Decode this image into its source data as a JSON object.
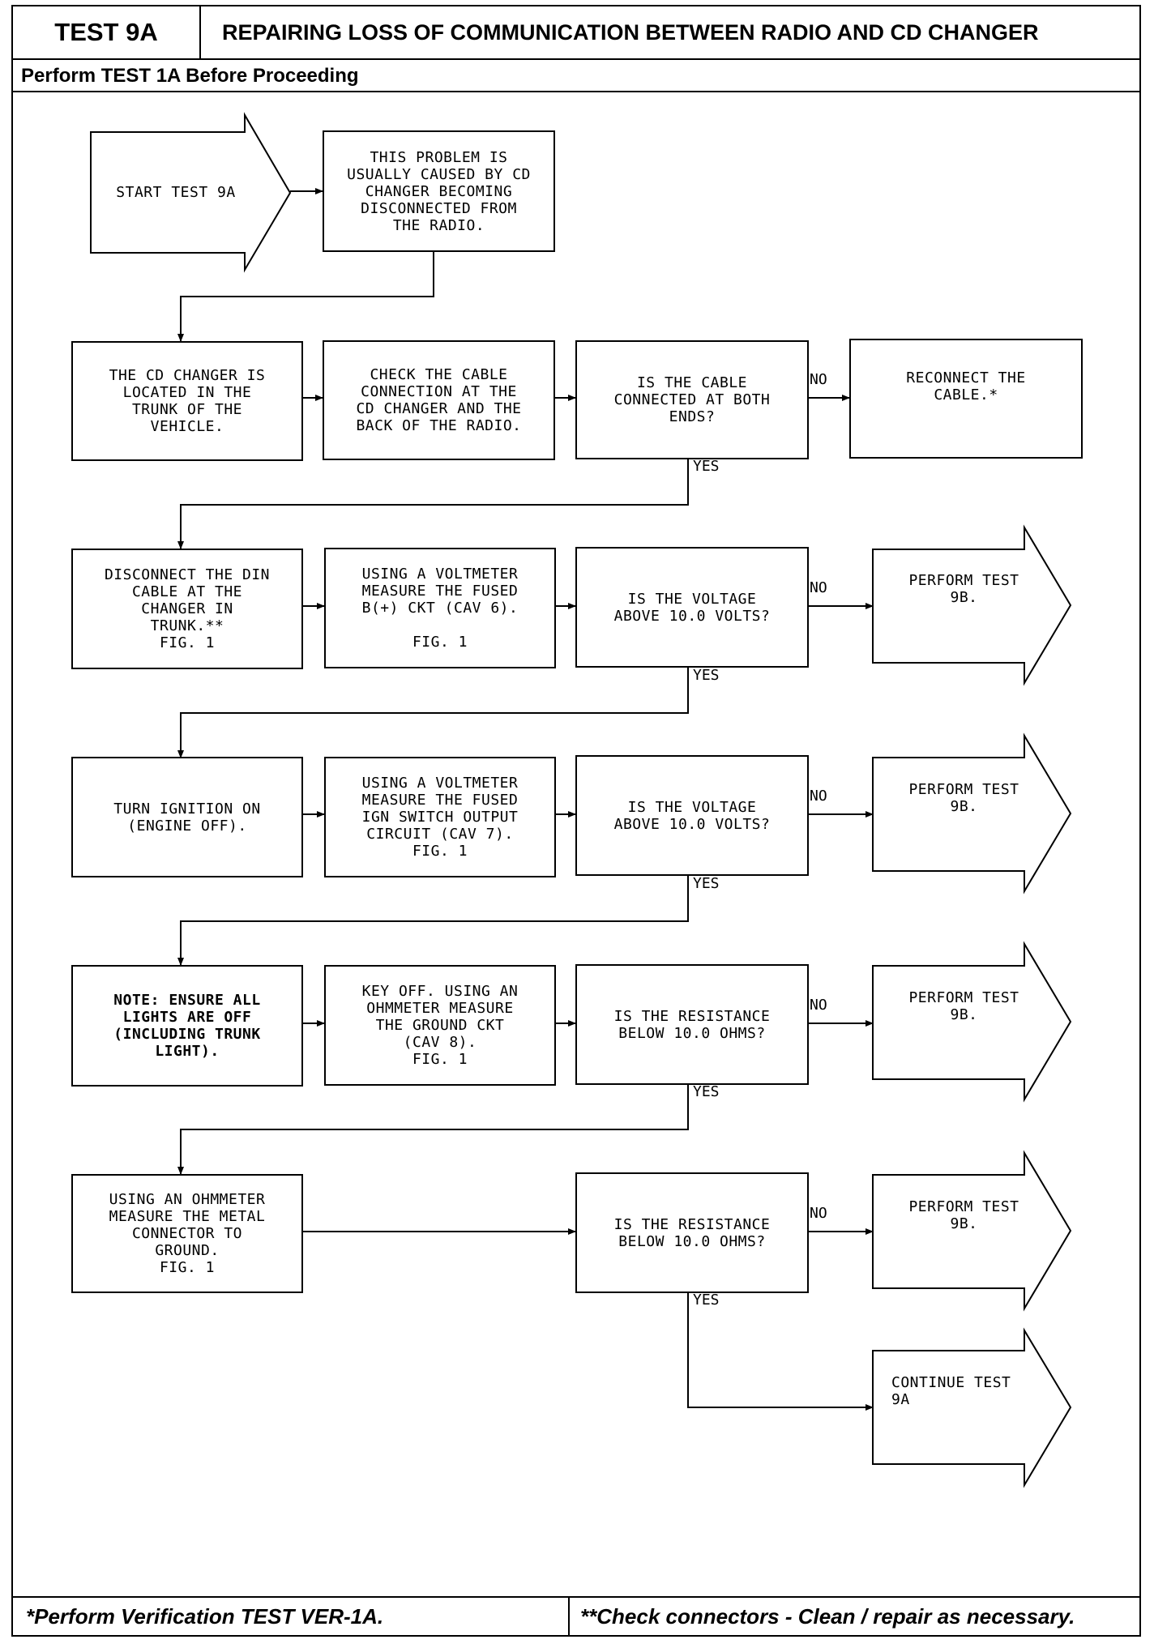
{
  "header": {
    "test_id": "TEST 9A",
    "title": "REPAIRING LOSS OF COMMUNICATION BETWEEN RADIO AND CD CHANGER",
    "prerequisite": "Perform TEST 1A Before Proceeding"
  },
  "flowchart": {
    "start": "START TEST 9A",
    "intro": "THIS PROBLEM IS\nUSUALLY CAUSED BY CD\nCHANGER BECOMING\nDISCONNECTED FROM\nTHE RADIO.",
    "rows": [
      {
        "step1": "THE CD CHANGER IS\nLOCATED IN THE\nTRUNK OF THE\nVEHICLE.",
        "step2": "CHECK THE CABLE\nCONNECTION AT THE\nCD CHANGER AND THE\nBACK OF THE RADIO.",
        "question": "IS THE CABLE\nCONNECTED AT BOTH\nENDS?",
        "no_result": "RECONNECT THE\nCABLE.*"
      },
      {
        "step1": "DISCONNECT THE DIN\nCABLE AT THE\nCHANGER IN\nTRUNK.**\nFIG. 1",
        "step2": "USING A VOLTMETER\nMEASURE THE FUSED\nB(+) CKT (CAV 6).\n\nFIG. 1",
        "question": "IS THE VOLTAGE\nABOVE 10.0 VOLTS?",
        "no_result": "PERFORM TEST\n9B."
      },
      {
        "step1": "TURN IGNITION ON\n(ENGINE OFF).",
        "step2": "USING A VOLTMETER\nMEASURE THE FUSED\nIGN SWITCH OUTPUT\nCIRCUIT (CAV 7).\nFIG. 1",
        "question": "IS THE VOLTAGE\nABOVE 10.0 VOLTS?",
        "no_result": "PERFORM TEST\n9B."
      },
      {
        "step1": "NOTE: ENSURE ALL\nLIGHTS ARE OFF\n(INCLUDING TRUNK\nLIGHT).",
        "step2": "KEY OFF. USING AN\nOHMMETER MEASURE\nTHE GROUND CKT\n(CAV 8).\nFIG. 1",
        "question": "IS THE RESISTANCE\nBELOW 10.0 OHMS?",
        "no_result": "PERFORM TEST\n9B."
      },
      {
        "step1": "USING AN OHMMETER\nMEASURE THE METAL\nCONNECTOR TO\nGROUND.\nFIG. 1",
        "step2": "",
        "question": "IS THE RESISTANCE\nBELOW 10.0 OHMS?",
        "no_result": "PERFORM TEST\n9B."
      }
    ],
    "final_yes": "CONTINUE TEST\n9A",
    "yes_label": "YES",
    "no_label": "NO"
  },
  "footer": {
    "left_note": "*Perform Verification TEST VER-1A.",
    "right_note": "**Check connectors - Clean / repair as necessary."
  }
}
